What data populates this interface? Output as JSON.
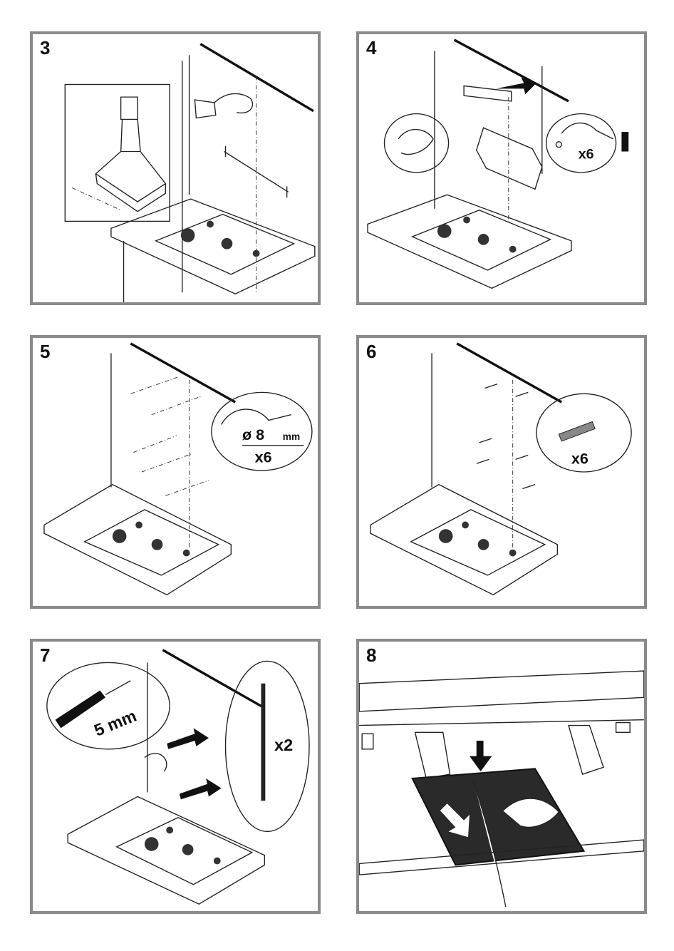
{
  "panels": [
    {
      "step": "3"
    },
    {
      "step": "4",
      "callouts": [
        "x6"
      ]
    },
    {
      "step": "5",
      "callouts": [
        "ø 8",
        "mm",
        "x6"
      ]
    },
    {
      "step": "6",
      "callouts": [
        "x6"
      ]
    },
    {
      "step": "7",
      "callouts": [
        "5 mm",
        "x2"
      ]
    },
    {
      "step": "8"
    }
  ]
}
